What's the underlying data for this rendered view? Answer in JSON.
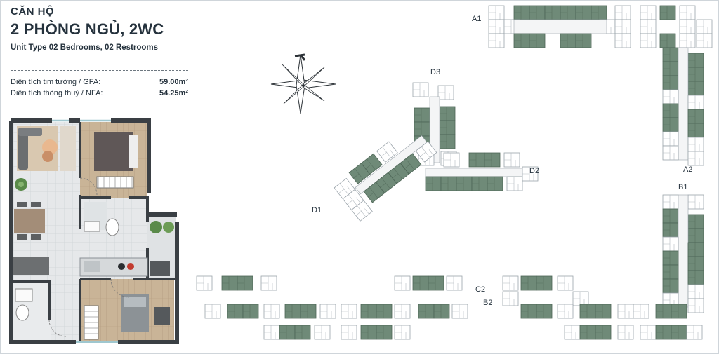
{
  "header": {
    "kicker": "CĂN HỘ",
    "title": "2 PHÒNG NGỦ, 2WC",
    "subtitle": "Unit Type 02 Bedrooms, 02 Restrooms"
  },
  "areas": [
    {
      "label": "Diện tích tim tường / GFA:",
      "value": "59.00m²"
    },
    {
      "label": "Diện tích thông thuỷ / NFA:",
      "value": "54.25m²"
    }
  ],
  "blocks": {
    "a1": "A1",
    "a2": "A2",
    "b1": "B1",
    "b2": "B2",
    "c2": "C2",
    "d1": "D1",
    "d2": "D2",
    "d3": "D3"
  },
  "colors": {
    "wall": "#3a3f44",
    "floor_tile": "#e4e6e8",
    "wood": "#c8b59b",
    "unit_green": "#6f8a78",
    "unit_outline": "#9aa3aa"
  },
  "icons": [
    "compass-rose-icon"
  ]
}
